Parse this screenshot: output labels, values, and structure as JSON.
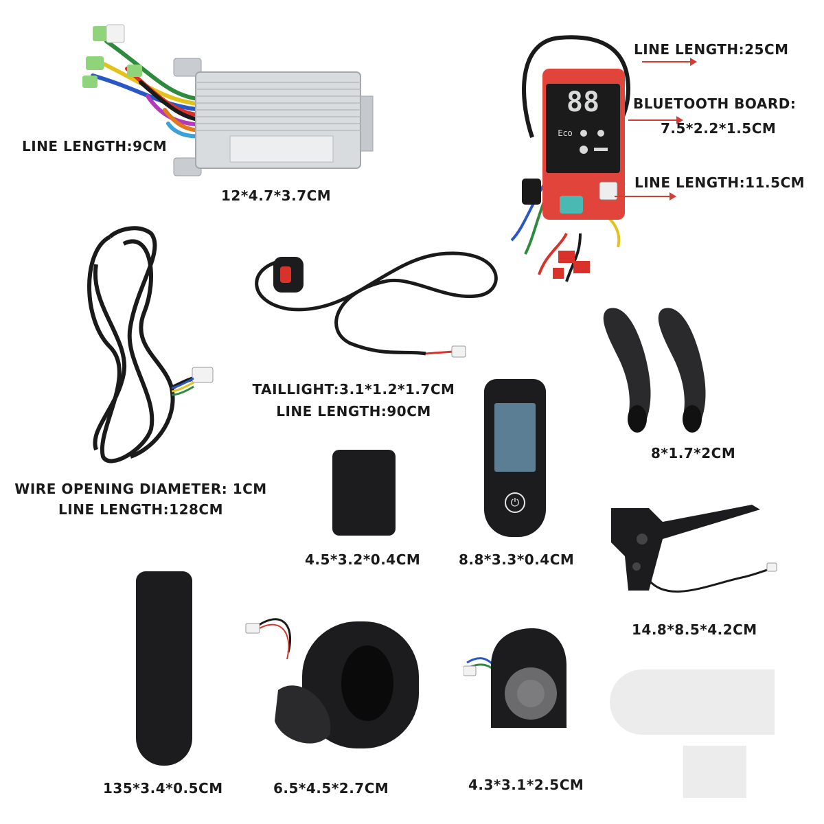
{
  "labels": {
    "controller_line": "LINE LENGTH:9CM",
    "controller_size": "12*4.7*3.7CM",
    "board_line_top": "LINE LENGTH:25CM",
    "board_title": "BLUETOOTH BOARD:",
    "board_size": "7.5*2.2*1.5CM",
    "board_line_bottom": "LINE LENGTH:11.5CM",
    "cable_l1": "WIRE OPENING DIAMETER: 1CM",
    "cable_l2": "LINE LENGTH:128CM",
    "taillight_l1": "TAILLIGHT:3.1*1.2*1.7CM",
    "taillight_l2": "LINE LENGTH:90CM",
    "grips_size": "8*1.7*2CM",
    "cover_small_size": "4.5*3.2*0.4CM",
    "dashboard_size": "8.8*3.3*0.4CM",
    "brake_size": "14.8*8.5*4.2CM",
    "panel_size": "135*3.4*0.5CM",
    "throttle_size": "6.5*4.5*2.7CM",
    "headlight_size": "4.3*3.1*2.5CM"
  },
  "board_display": {
    "digits": "88",
    "mode": "Eco"
  },
  "colors": {
    "arrow": "#d23c32",
    "board": "#e0443a",
    "device_black": "#1c1c1e",
    "controller_silver": "#d6d9dc",
    "lcd_blue": "#5b7e95"
  }
}
